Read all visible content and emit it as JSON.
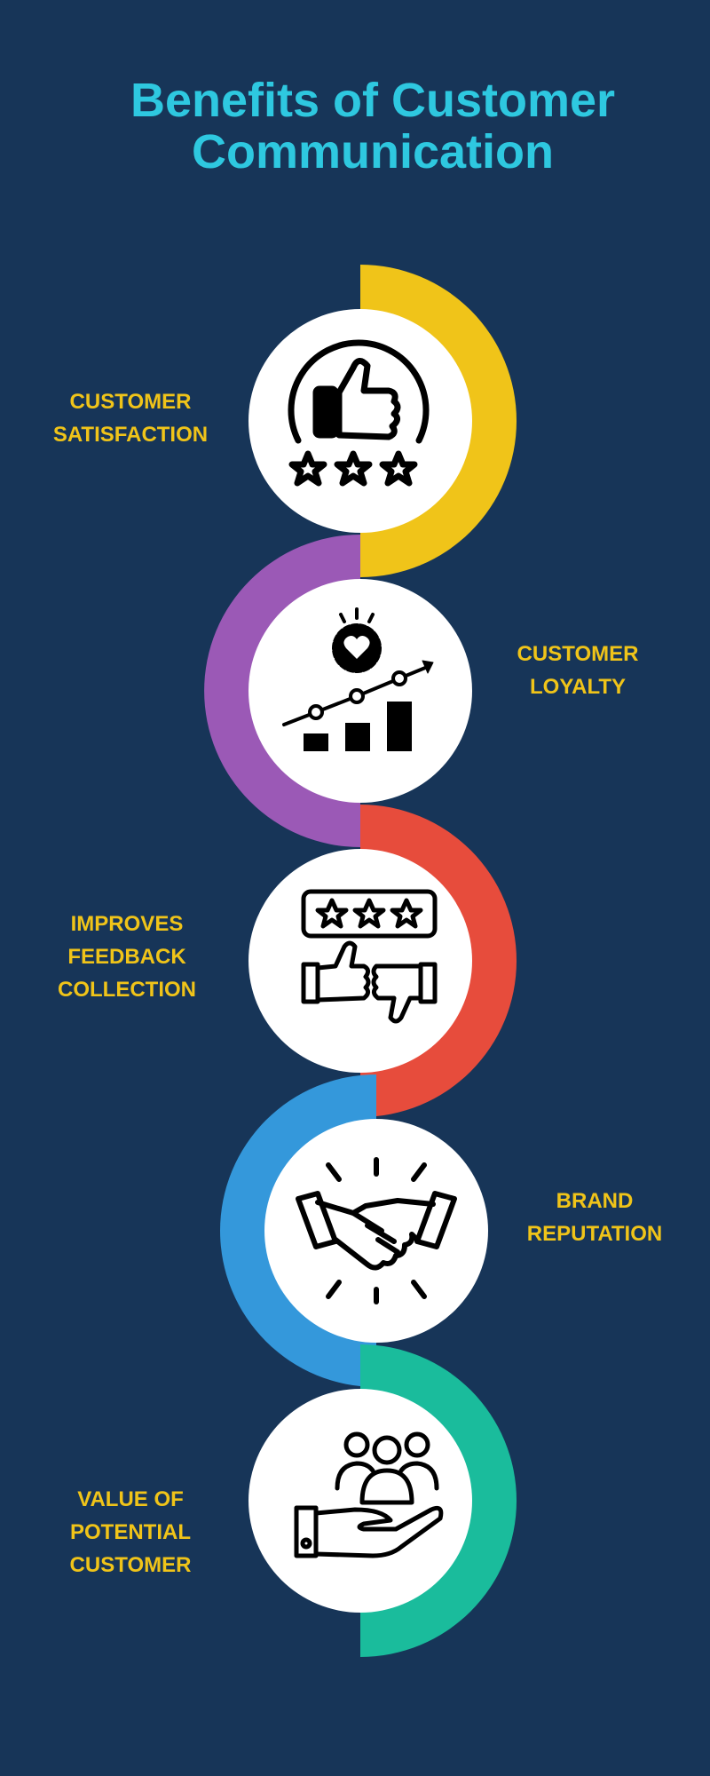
{
  "title": {
    "line1": "Benefits of Customer",
    "line2": "Communication"
  },
  "steps": [
    {
      "label": [
        "CUSTOMER",
        "SATISFACTION"
      ],
      "icon": "thumbs-up-stars-icon",
      "color": "#f0c419"
    },
    {
      "label": [
        "CUSTOMER",
        "LOYALTY"
      ],
      "icon": "heart-badge-growth-chart-icon",
      "color": "#9b59b6"
    },
    {
      "label": [
        "IMPROVES",
        "FEEDBACK",
        "COLLECTION"
      ],
      "icon": "rating-thumbs-feedback-icon",
      "color": "#e74c3c"
    },
    {
      "label": [
        "BRAND",
        "REPUTATION"
      ],
      "icon": "handshake-icon",
      "color": "#3498db"
    },
    {
      "label": [
        "VALUE OF",
        "POTENTIAL",
        "CUSTOMER"
      ],
      "icon": "hand-holding-people-icon",
      "color": "#1abc9c"
    }
  ],
  "colors": {
    "background": "#173558",
    "title": "#2ec8e0",
    "labels": "#f0c419",
    "circle": "#ffffff"
  }
}
